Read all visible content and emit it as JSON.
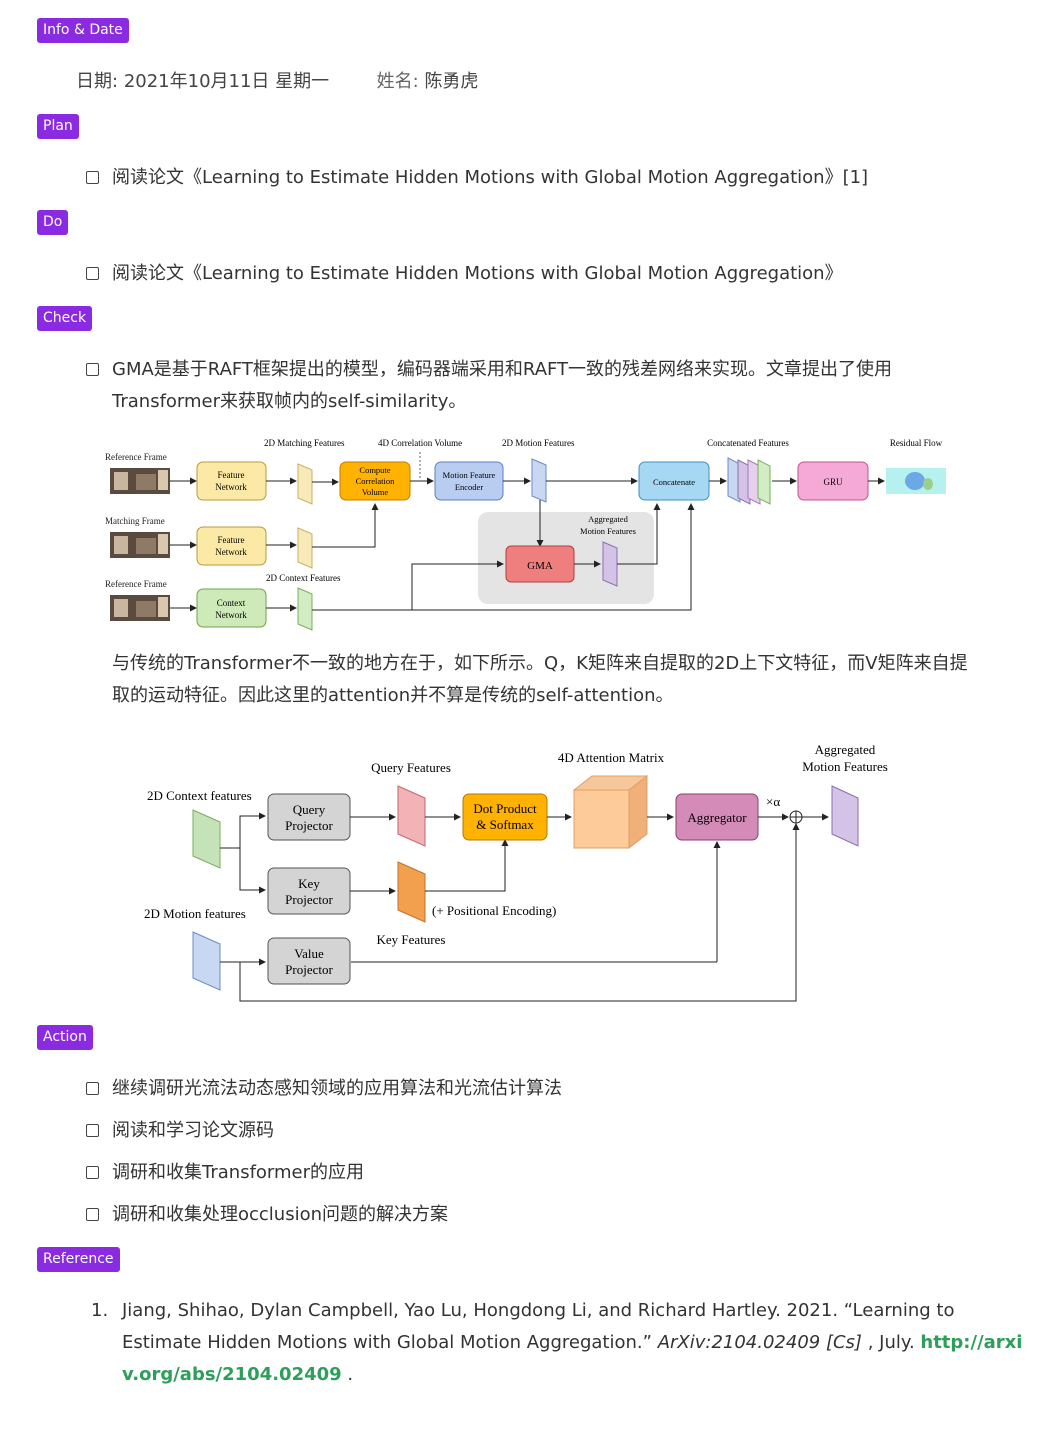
{
  "sections": {
    "info": "Info & Date",
    "plan": "Plan",
    "do": "Do",
    "check": "Check",
    "action": "Action",
    "reference": "Reference"
  },
  "info": {
    "date_label": "日期:",
    "date_value": "2021年10月11日 星期一",
    "name_label": "姓名:",
    "name_value": "陈勇虎"
  },
  "plan": {
    "items": [
      "阅读论文《Learning to Estimate Hidden Motions with Global Motion Aggregation》[1]"
    ]
  },
  "do": {
    "items": [
      "阅读论文《Learning to Estimate Hidden Motions with Global Motion Aggregation》"
    ]
  },
  "check": {
    "item_line1": "GMA是基于RAFT框架提出的模型，编码器端采用和RAFT一致的残差网络来实现。文章提出了使用",
    "item_line2": "Transformer来获取帧内的self-similarity。",
    "para_line1": "与传统的Transformer不一致的地方在于，如下所示。Q，K矩阵来自提取的2D上下文特征，而V矩阵来自提",
    "para_line2": "取的运动特征。因此这里的attention并不算是传统的self-attention。"
  },
  "figure1": {
    "reference_frame": "Reference Frame",
    "matching_frame": "Matching Frame",
    "reference_frame2": "Reference Frame",
    "feature_network_1a": "Feature",
    "feature_network_1b": "Network",
    "feature_network_2a": "Feature",
    "feature_network_2b": "Network",
    "context_network_a": "Context",
    "context_network_b": "Network",
    "matching_features": "2D Matching Features",
    "correlation_volume": "4D Correlation Volume",
    "compute_a": "Compute",
    "compute_b": "Correlation",
    "compute_c": "Volume",
    "motion_encoder_a": "Motion Feature",
    "motion_encoder_b": "Encoder",
    "motion_features": "2D Motion Features",
    "context_features": "2D Context Features",
    "gma": "GMA",
    "aggregated_a": "Aggregated",
    "aggregated_b": "Motion Features",
    "concatenated": "Concatenated Features",
    "concatenate": "Concatenate",
    "gru": "GRU",
    "residual_flow": "Residual Flow"
  },
  "figure2": {
    "context_features": "2D Context features",
    "motion_features": "2D Motion features",
    "query_proj_a": "Query",
    "query_proj_b": "Projector",
    "key_proj_a": "Key",
    "key_proj_b": "Projector",
    "value_proj_a": "Value",
    "value_proj_b": "Projector",
    "query_features": "Query Features",
    "key_features": "Key Features",
    "dot_a": "Dot Product",
    "dot_b": "& Softmax",
    "positional": "(+ Positional Encoding)",
    "attention_matrix": "4D Attention Matrix",
    "aggregator": "Aggregator",
    "alpha": "×α",
    "agg_a": "Aggregated",
    "agg_b": "Motion Features"
  },
  "action": {
    "items": [
      "继续调研光流法动态感知领域的应用算法和光流估计算法",
      "阅读和学习论文源码",
      "调研和收集Transformer的应用",
      "调研和收集处理occlusion问题的解决方案"
    ]
  },
  "reference": {
    "num": "1.",
    "text_a": "Jiang, Shihao, Dylan Campbell, Yao Lu, Hongdong Li, and Richard Hartley. 2021. “Learning to Estimate Hidden Motions with Global Motion Aggregation.” ",
    "journal": "ArXiv:2104.02409 [Cs]",
    "text_b": " , July. ",
    "link": "http://arxiv.org/abs/2104.02409",
    "text_c": " ."
  },
  "colors": {
    "tag": "#8a2be2",
    "link": "#2e9e5b"
  }
}
